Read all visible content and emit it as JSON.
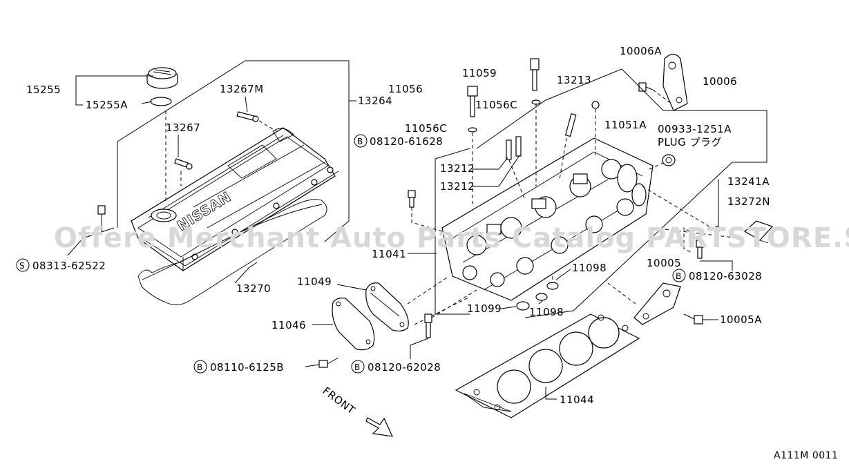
{
  "watermark": "Offere Merchant Auto Parts Catalog PARTSTORE.SA",
  "diagram_code": "A111M 0011",
  "front_label": "FRONT",
  "plug_label": "PLUG プラグ",
  "cover_logo": "NISSAN",
  "labels": {
    "p15255": "15255",
    "p15255A": "15255A",
    "p13267M": "13267M",
    "p13264": "13264",
    "p13267": "13267",
    "p11059": "11059",
    "p11056": "11056",
    "p11056C_a": "11056C",
    "p11056C_b": "11056C",
    "p13213": "13213",
    "p10006A": "10006A",
    "p10006": "10006",
    "p11051A": "11051A",
    "p00933": "00933-1251A",
    "b08120_61628": "08120-61628",
    "p13212_a": "13212",
    "p13212_b": "13212",
    "p13241A": "13241A",
    "p13272N": "13272N",
    "s08313": "08313-62522",
    "p11041": "11041",
    "p11098_a": "11098",
    "p10005": "10005",
    "b08120_63028": "08120-63028",
    "p13270": "13270",
    "p11049": "11049",
    "p11099": "11099",
    "p11098_b": "11098",
    "p10005A": "10005A",
    "p11046": "11046",
    "b08110": "08110-6125B",
    "b08120_62028": "08120-62028",
    "p11044": "11044"
  },
  "badges": {
    "b": "B",
    "s": "S"
  }
}
